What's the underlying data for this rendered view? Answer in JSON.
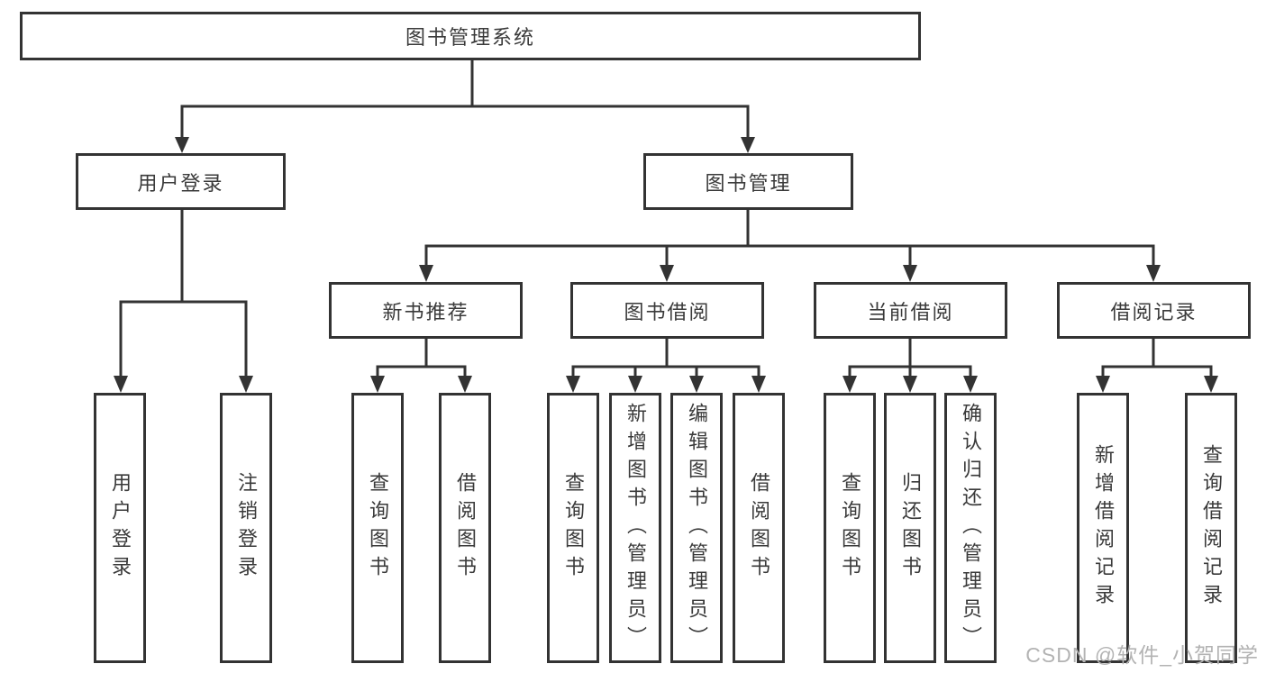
{
  "diagram": {
    "title": "图书管理系统",
    "level2": [
      "用户登录",
      "图书管理"
    ],
    "level3": [
      "新书推荐",
      "图书借阅",
      "当前借阅",
      "借阅记录"
    ],
    "leaves": {
      "user_login": [
        "用户登录",
        "注销登录"
      ],
      "new_book_recommend": [
        "查询图书",
        "借阅图书"
      ],
      "book_borrow": [
        "查询图书",
        "新增图书（管理员）",
        "编辑图书（管理员）",
        "借阅图书"
      ],
      "current_borrow": [
        "查询图书",
        "归还图书",
        "确认归还（管理员）"
      ],
      "borrow_record": [
        "新增借阅记录",
        "查询借阅记录"
      ]
    }
  },
  "watermark": "CSDN @软件_小贺同学",
  "colors": {
    "line": "#333333",
    "border": "#333333",
    "text": "#3a3a3a",
    "watermark": "#b3b3b3",
    "background": "#ffffff"
  }
}
